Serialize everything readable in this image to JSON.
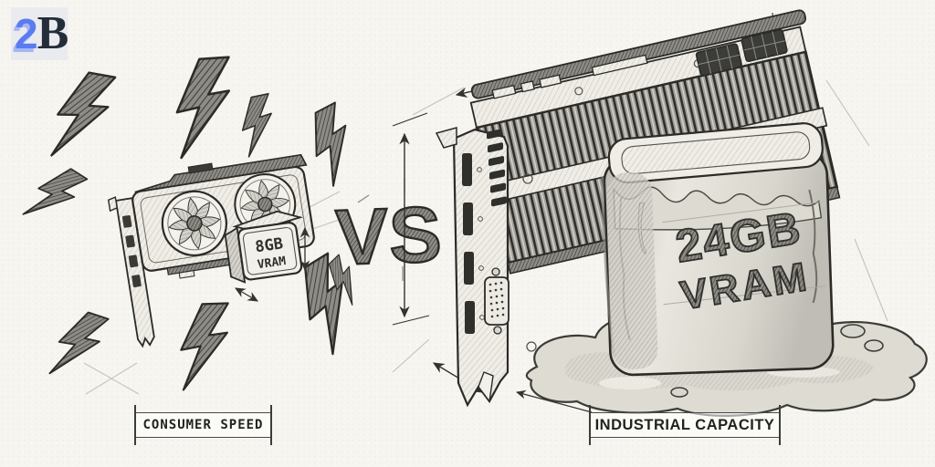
{
  "logo": {
    "part_blue": "2",
    "part_dark": "B"
  },
  "center": {
    "vs": "VS"
  },
  "consumer": {
    "caption": "CONSUMER SPEED",
    "chip": {
      "line1": "8GB",
      "line2": "VRAM"
    }
  },
  "industrial": {
    "caption": "INDUSTRIAL CAPACITY",
    "block": {
      "line1": "24GB",
      "line2": "VRAM"
    }
  },
  "icons": {
    "bolt": "lightning-bolt-icon",
    "fan": "fan-icon",
    "dimension_arrow": "dimension-arrow-icon"
  },
  "colors": {
    "paper": "#f6f5f0",
    "ink": "#2b2b28",
    "pencil_light": "#b9b6ae",
    "logo_blue": "#5b7cf0",
    "logo_blue_shadow": "#a7b6f3",
    "logo_dark": "#242d3a",
    "logo_bg": "#eaebee"
  }
}
